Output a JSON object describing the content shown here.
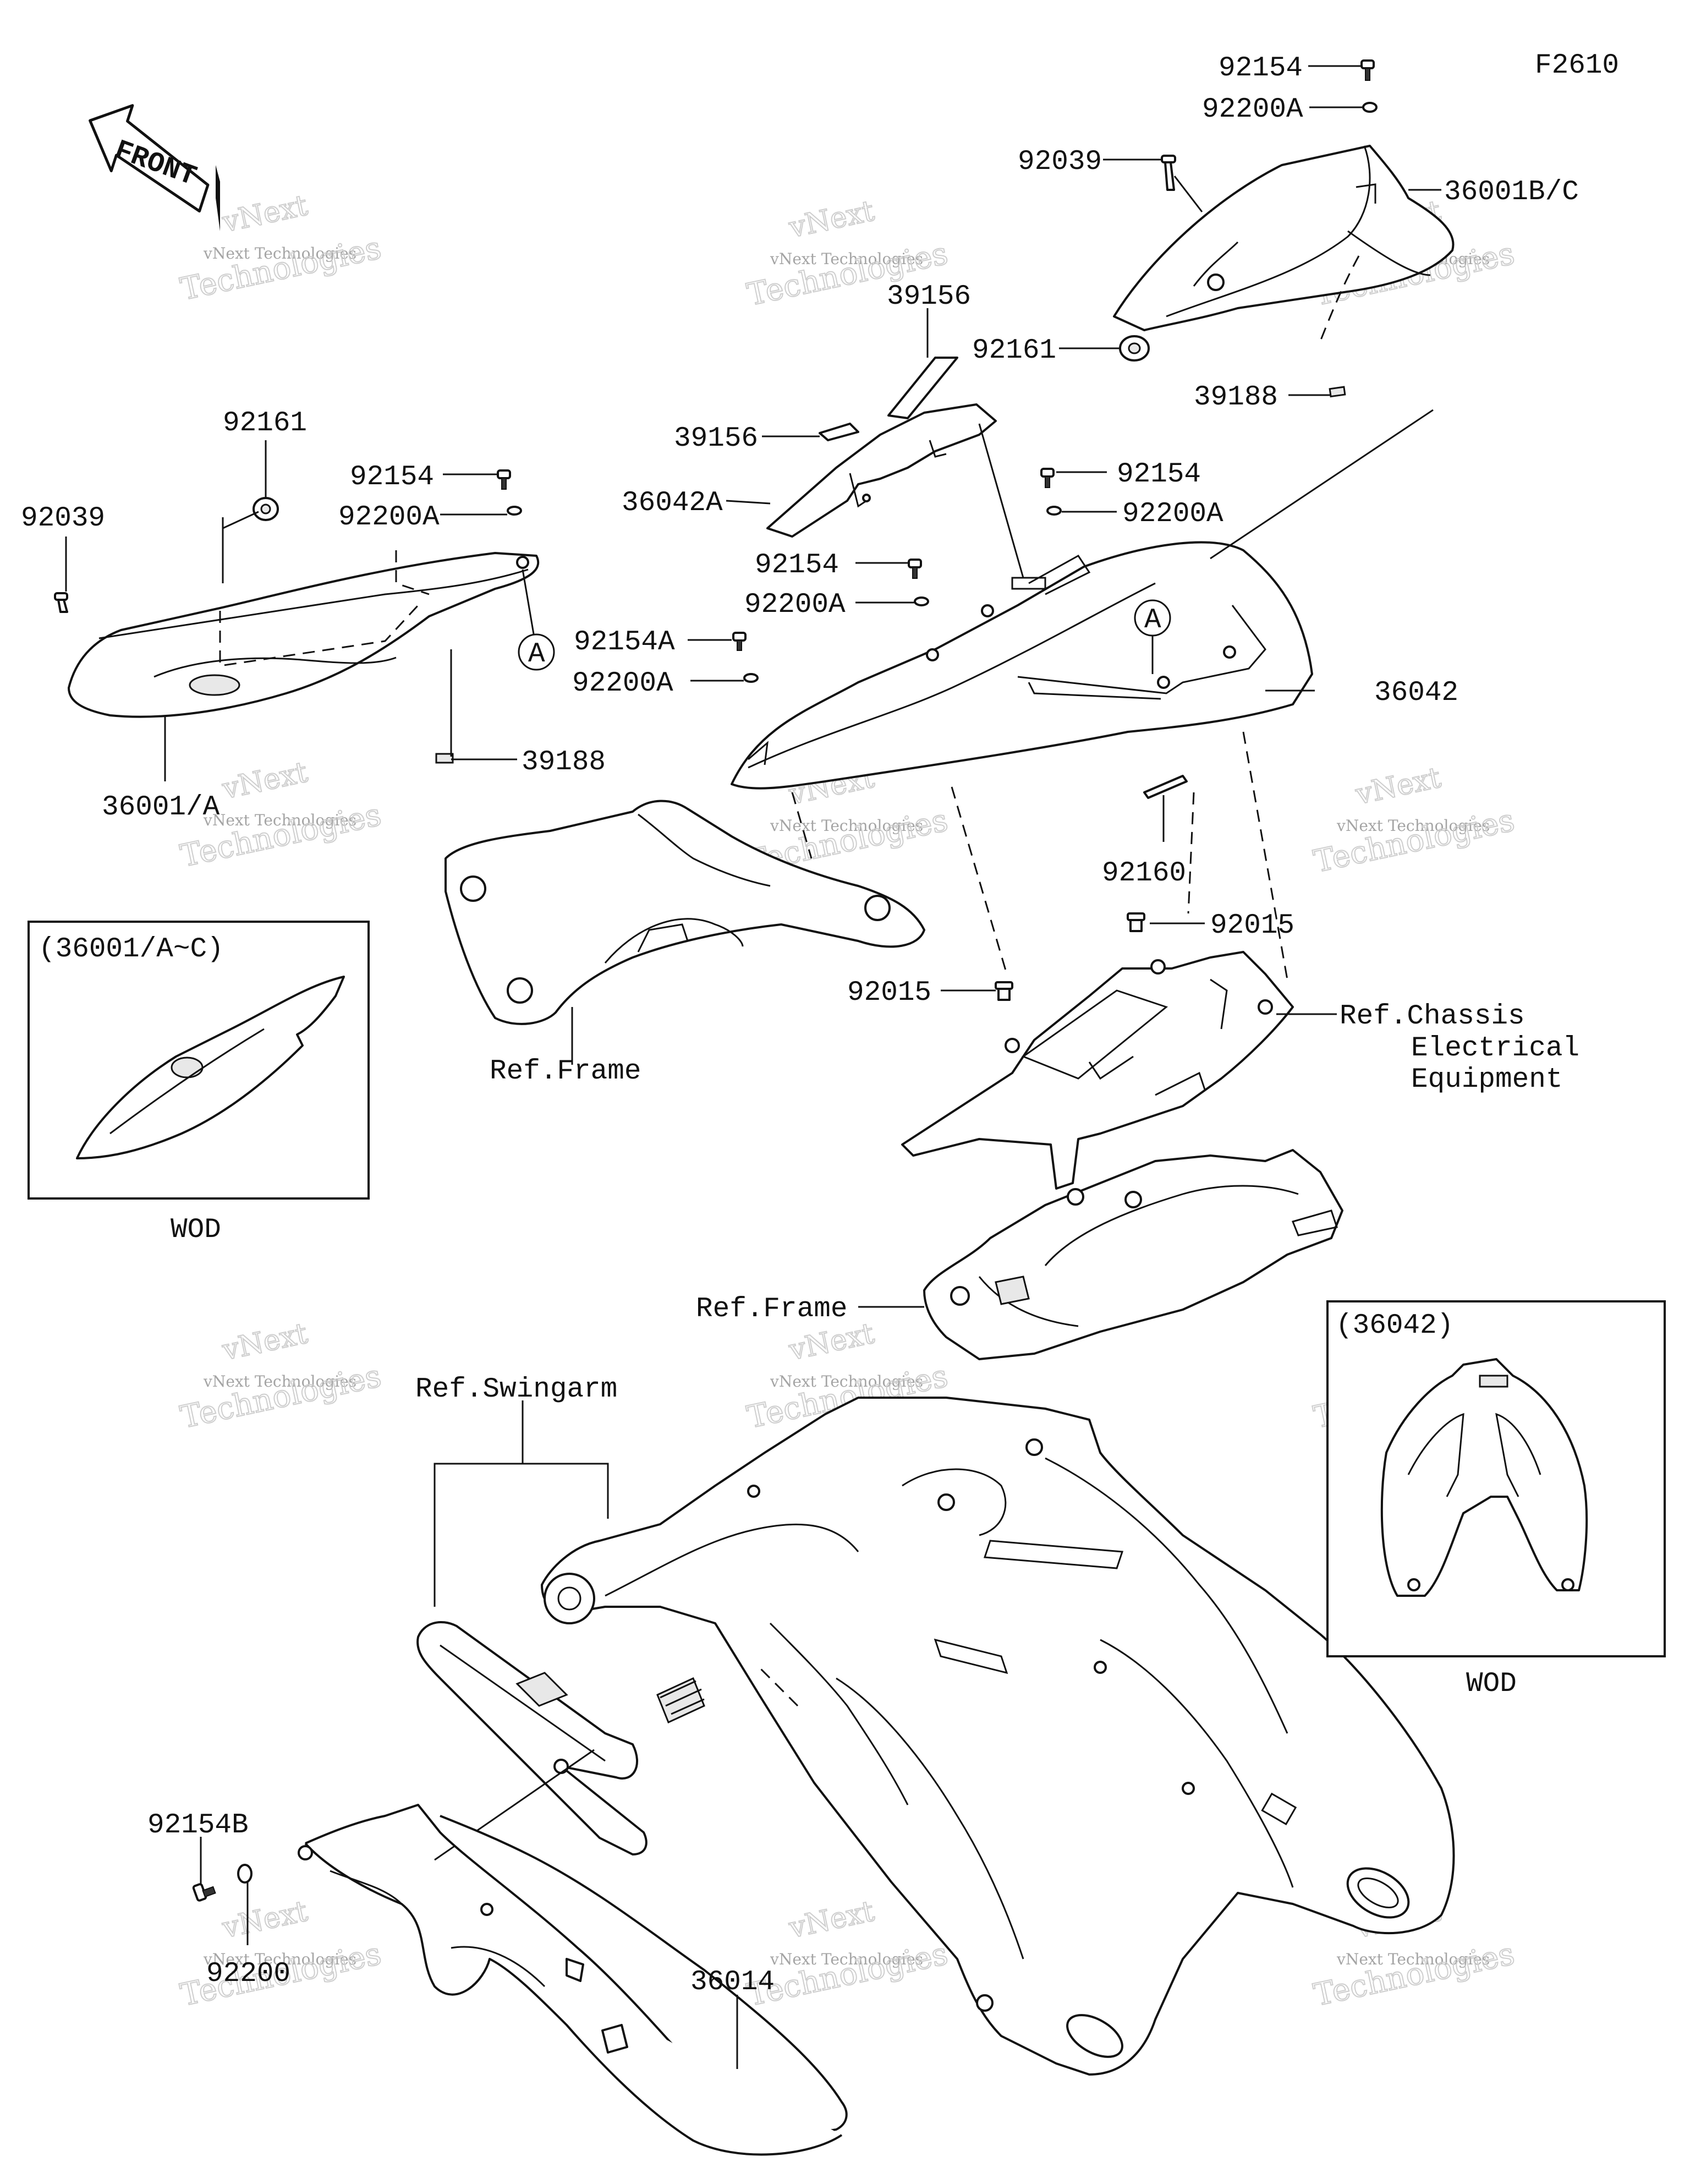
{
  "figure_code": "F2610",
  "front_arrow": "FRONT",
  "watermark": {
    "line1": "vNext",
    "line2": "vNext Technologies",
    "line3": "Technologies"
  },
  "labels": {
    "p92154_top": "92154",
    "p92200A_top": "92200A",
    "p92039_right": "92039",
    "p36001BC": "36001B/C",
    "p92161_right": "92161",
    "p39188_right": "39188",
    "p39156_a": "39156",
    "p39156_b": "39156",
    "p36042A": "36042A",
    "p92154_mid_right": "92154",
    "p92200A_mid_right": "92200A",
    "p92154_mid": "92154",
    "p92200A_mid": "92200A",
    "p92154A": "92154A",
    "p92200A_left": "92200A",
    "p36042": "36042",
    "p92161_left": "92161",
    "p92154_left": "92154",
    "p92200A_leftcover": "92200A",
    "p92039_left": "92039",
    "p39188_left": "39188",
    "p36001A": "36001/A",
    "p92160": "92160",
    "p92015_right": "92015",
    "p92015_left": "92015",
    "ref_frame_1": "Ref.Frame",
    "ref_chassis_1": "Ref.Chassis",
    "ref_chassis_2": "Electrical",
    "ref_chassis_3": "Equipment",
    "ref_frame_2": "Ref.Frame",
    "ref_swingarm": "Ref.Swingarm",
    "p92154B": "92154B",
    "p92200": "92200",
    "p36014": "36014",
    "marker_A1": "A",
    "marker_A2": "A"
  },
  "insets": {
    "left": {
      "title": "(36001/A~C)",
      "caption": "WOD"
    },
    "right": {
      "title": "(36042)",
      "caption": "WOD"
    }
  }
}
